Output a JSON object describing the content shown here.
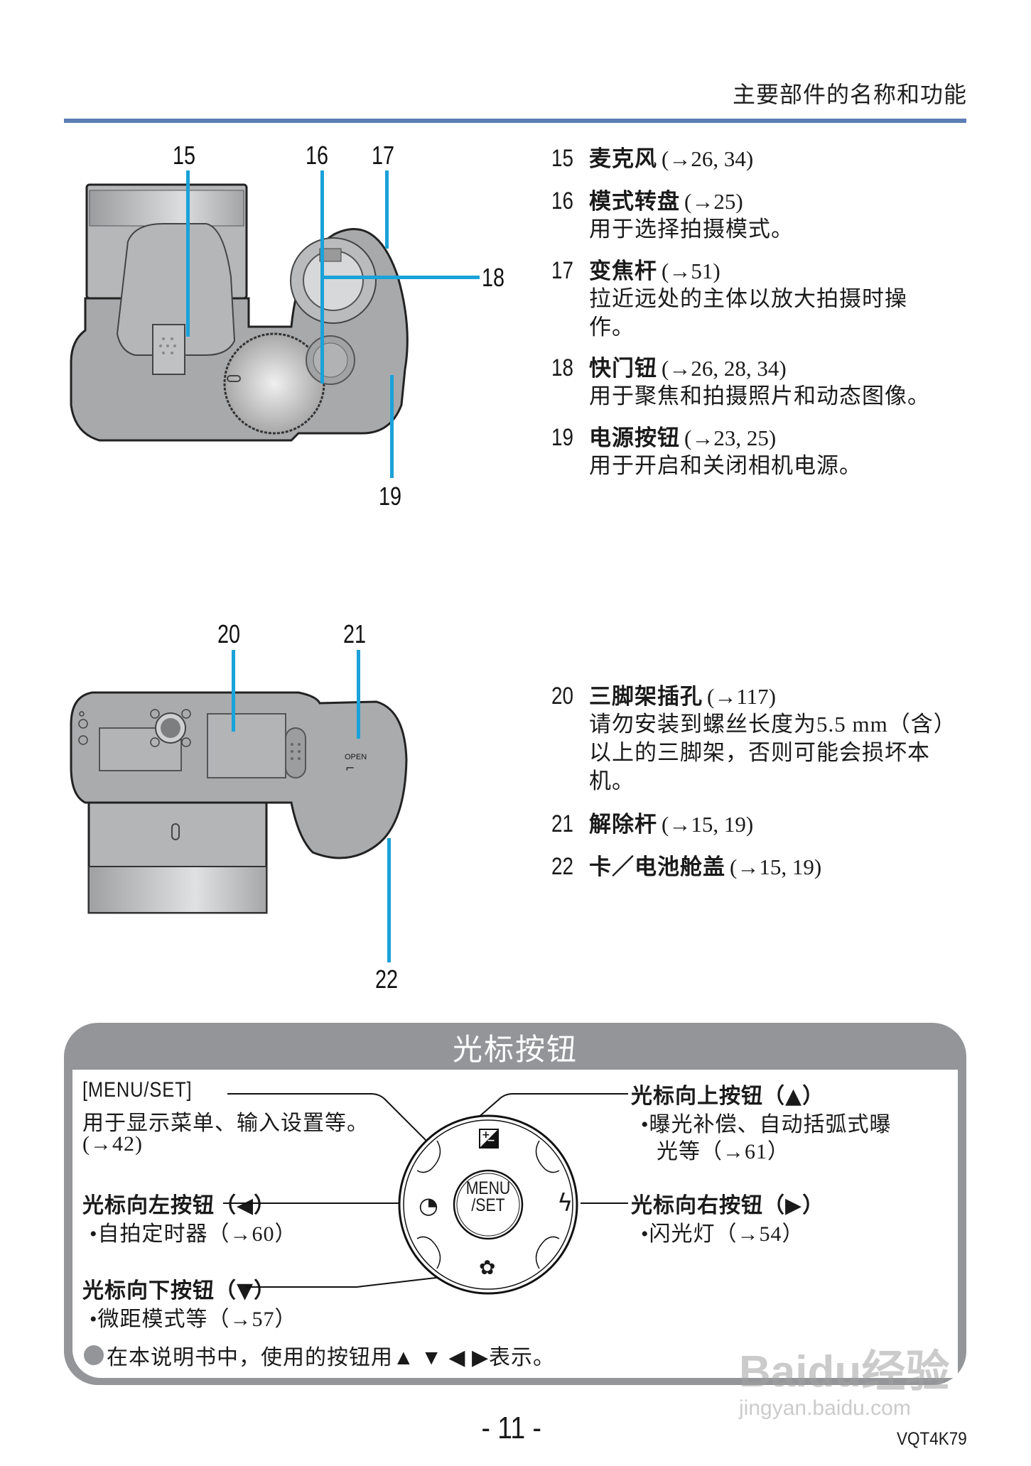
{
  "header": {
    "title": "主要部件的名称和功能",
    "rule_color": "#5b7db5"
  },
  "top_figure": {
    "callouts": [
      "15",
      "16",
      "17",
      "18",
      "19"
    ],
    "callout_color": "#1aa2d9"
  },
  "top_items": [
    {
      "num": "15",
      "name": "麦克风",
      "ref": "(→26, 34)",
      "body": ""
    },
    {
      "num": "16",
      "name": "模式转盘",
      "ref": "(→25)",
      "body": "用于选择拍摄模式。"
    },
    {
      "num": "17",
      "name": "变焦杆",
      "ref": "(→51)",
      "body": "拉近远处的主体以放大拍摄时操作。"
    },
    {
      "num": "18",
      "name": "快门钮",
      "ref": "(→26, 28, 34)",
      "body": "用于聚焦和拍摄照片和动态图像。"
    },
    {
      "num": "19",
      "name": "电源按钮",
      "ref": "(→23, 25)",
      "body": "用于开启和关闭相机电源。"
    }
  ],
  "bottom_figure": {
    "callouts": [
      "20",
      "21",
      "22"
    ],
    "open_label": "OPEN"
  },
  "bottom_items": [
    {
      "num": "20",
      "name": "三脚架插孔",
      "ref": "(→117)",
      "body": "请勿安装到螺丝长度为5.5 mm（含）以上的三脚架，否则可能会损坏本机。"
    },
    {
      "num": "21",
      "name": "解除杆",
      "ref": "(→15, 19)",
      "body": ""
    },
    {
      "num": "22",
      "name": "卡／电池舱盖",
      "ref": "(→15, 19)",
      "body": ""
    }
  ],
  "cursor_panel": {
    "title": "光标按钮",
    "panel_color": "#939598",
    "menu_set": {
      "label": "[MENU/SET]",
      "desc": "用于显示菜单、输入设置等。",
      "ref": "(→42)"
    },
    "up": {
      "label": "光标向上按钮（▲）",
      "desc_line1": "•曝光补偿、自动括弧式曝",
      "desc_line2": "光等（→61）"
    },
    "left": {
      "label": "光标向左按钮（◀）",
      "desc": "•自拍定时器（→60）"
    },
    "right": {
      "label": "光标向右按钮（▶）",
      "desc": "•闪光灯（→54）"
    },
    "down": {
      "label": "光标向下按钮（▼）",
      "desc": "•微距模式等（→57）"
    },
    "dial": {
      "center_line1": "MENU",
      "center_line2": "/SET"
    },
    "note": "在本说明书中，使用的按钮用▲ ▼ ◀ ▶表示。"
  },
  "footer": {
    "page_number": "- 11 -",
    "doc_code": "VQT4K79"
  },
  "watermark": {
    "line1": "Baidu经验",
    "line2": "jingyan.baidu.com"
  }
}
